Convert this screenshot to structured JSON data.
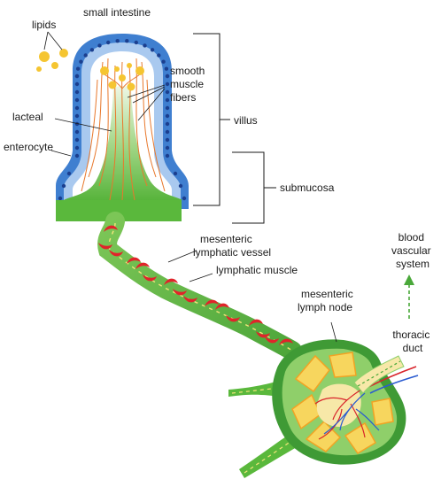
{
  "labels": {
    "small_intestine": "small intestine",
    "lipids": "lipids",
    "smooth_muscle_fibers": [
      "smooth",
      "muscle",
      "fibers"
    ],
    "lacteal": "lacteal",
    "enterocyte": "enterocyte",
    "villus": "villus",
    "submucosa": "submucosa",
    "mesenteric_lymphatic_vessel": [
      "mesenteric",
      "lymphatic vessel"
    ],
    "lymphatic_muscle": "lymphatic muscle",
    "blood_vascular_system": [
      "blood",
      "vascular",
      "system"
    ],
    "mesenteric_lymph_node": [
      "mesenteric",
      "lymph node"
    ],
    "thoracic_duct": [
      "thoracic",
      "duct"
    ]
  },
  "colors": {
    "epithelium_blue": "#3f7fd0",
    "epithelium_light": "#a9c9ef",
    "nuclei": "#1b3f8f",
    "lacteal_green": "#5ab83c",
    "lacteal_light": "#c7e7b4",
    "muscle_orange": "#e8782c",
    "lipid_yellow": "#f5c531",
    "vessel_red": "#e0242a",
    "node_green": "#3f9a35",
    "node_light": "#8fcf6a",
    "node_yellow": "#f7d65e",
    "node_orange": "#f2a323",
    "artery_red": "#d8232a",
    "vein_blue": "#2a5bd0",
    "arrow_green": "#4aa83a"
  }
}
